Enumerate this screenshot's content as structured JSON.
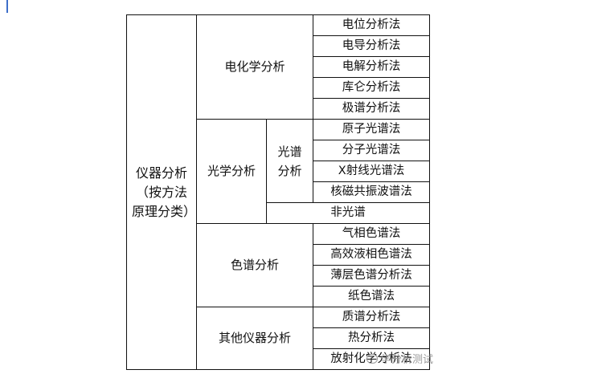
{
  "root": "仪器分析（按方法原理分类）",
  "electrochem": {
    "label": "电化学分析",
    "methods": [
      "电位分析法",
      "电导分析法",
      "电解分析法",
      "库仑分析法",
      "极谱分析法"
    ]
  },
  "optical": {
    "label": "光学分析",
    "spectral_label": "光谱分析",
    "spectral_methods": [
      "原子光谱法",
      "分子光谱法",
      "X射线光谱法",
      "核磁共振波谱法"
    ],
    "non_spectral": "非光谱"
  },
  "chromatography": {
    "label": "色谱分析",
    "methods": [
      "气相色谱法",
      "高效液相色谱法",
      "薄层色谱分析法",
      "纸色谱法"
    ]
  },
  "other": {
    "label": "其他仪器分析",
    "methods": [
      "质谱分析法",
      "热分析法",
      "放射化学分析法"
    ]
  },
  "watermark": "学分析测试"
}
